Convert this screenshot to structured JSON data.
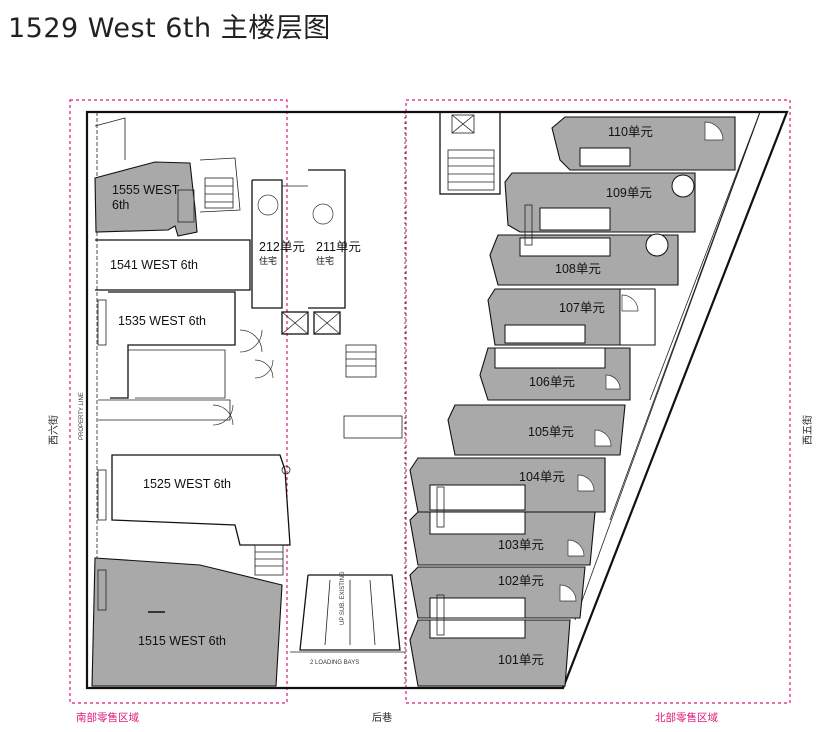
{
  "title": "1529 West 6th 主楼层图",
  "units": {
    "u110": "110单元",
    "u109": "109单元",
    "u108": "108单元",
    "u107": "107单元",
    "u106": "106单元",
    "u105": "105单元",
    "u104": "104单元",
    "u103": "103单元",
    "u102": "102单元",
    "u101": "101单元",
    "u212": "212单元",
    "u211": "211单元"
  },
  "residential": {
    "r212": "住宅",
    "r211": "住宅"
  },
  "buildings": {
    "b1555a": "1555 WEST",
    "b1555b": "6th",
    "b1541": "1541 WEST 6th",
    "b1535": "1535 WEST 6th",
    "b1525": "1525 WEST 6th",
    "b1515": "1515 WEST 6th"
  },
  "zones": {
    "south": "南部零售区域",
    "north": "北部零售区域",
    "lane": "后巷"
  },
  "streets": {
    "west": "西六街",
    "east": "西五街"
  },
  "misc": {
    "loading": "2 LOADING BAYS",
    "property_line": "PROPERTY LINE",
    "ramp": "UP SUB. EXISTING"
  },
  "colors": {
    "unit_fill": "#a9a9a9",
    "zone_border": "#e0187a"
  }
}
